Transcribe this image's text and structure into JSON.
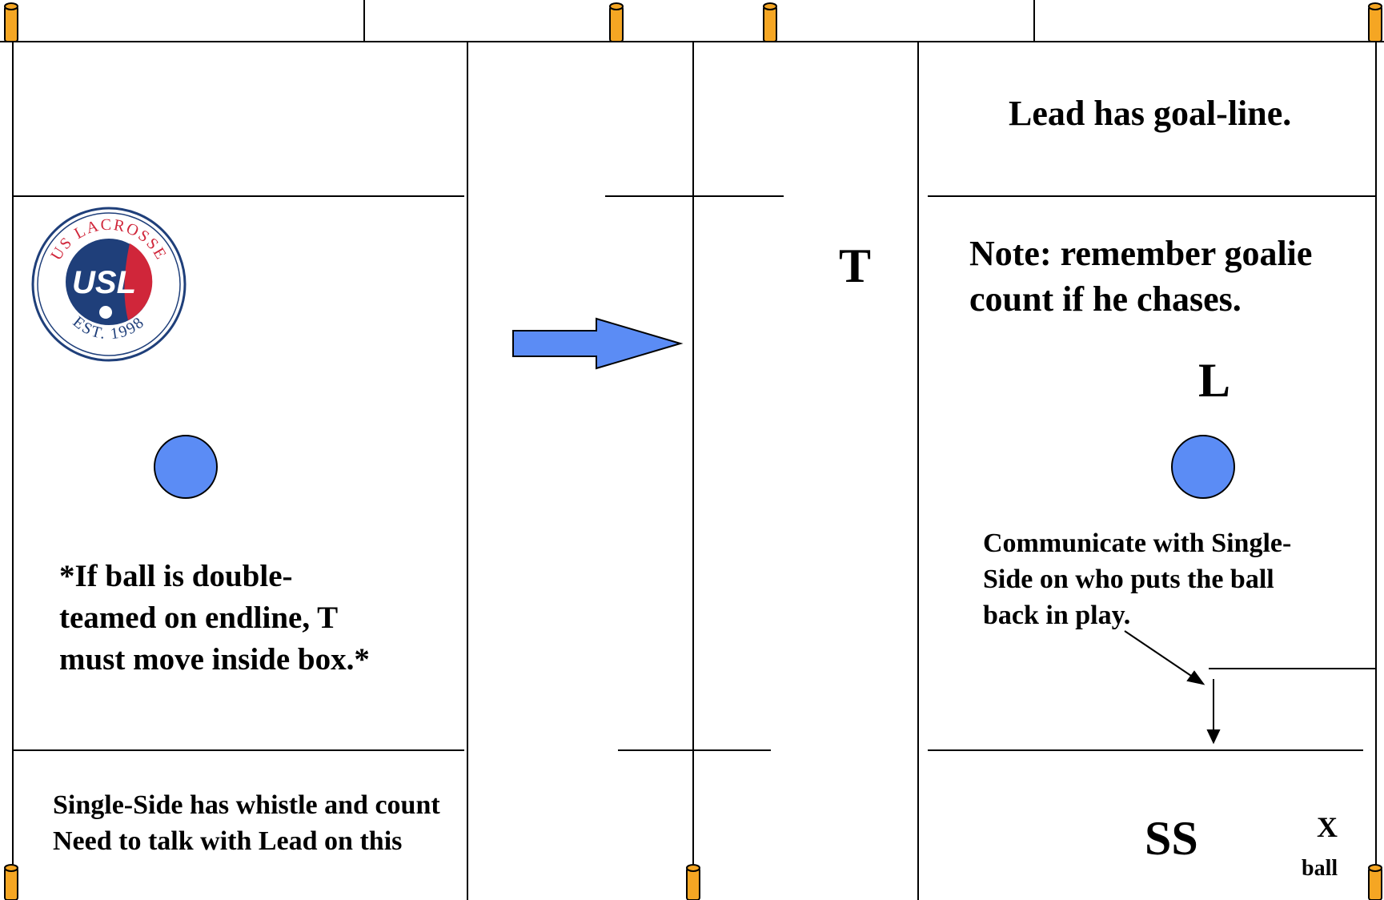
{
  "labels": {
    "lead_goal_line": "Lead has goal-line.",
    "goalie_note": "Note: remember goalie\ncount if he chases.",
    "trail": "T",
    "lead": "L",
    "single_side": "SS",
    "x_mark": "X",
    "ball": "ball",
    "double_team_note": "*If ball is double-\nteamed on endline, T\nmust move inside box.*",
    "communicate_note": "Communicate with Single-\nSide on who puts the ball\nback in play.",
    "whistle_note": "Single-Side has whistle and count\nNeed to talk with Lead on this"
  },
  "logo": {
    "top_text": "US LACROSSE",
    "center_text": "USL",
    "bottom_text": "EST. 1998"
  },
  "colors": {
    "circle_fill": "#5b8cf5",
    "arrow_fill": "#5b8cf5",
    "cone_fill": "#f5a623",
    "logo_navy": "#1f3f7a",
    "logo_red": "#d0263a"
  }
}
